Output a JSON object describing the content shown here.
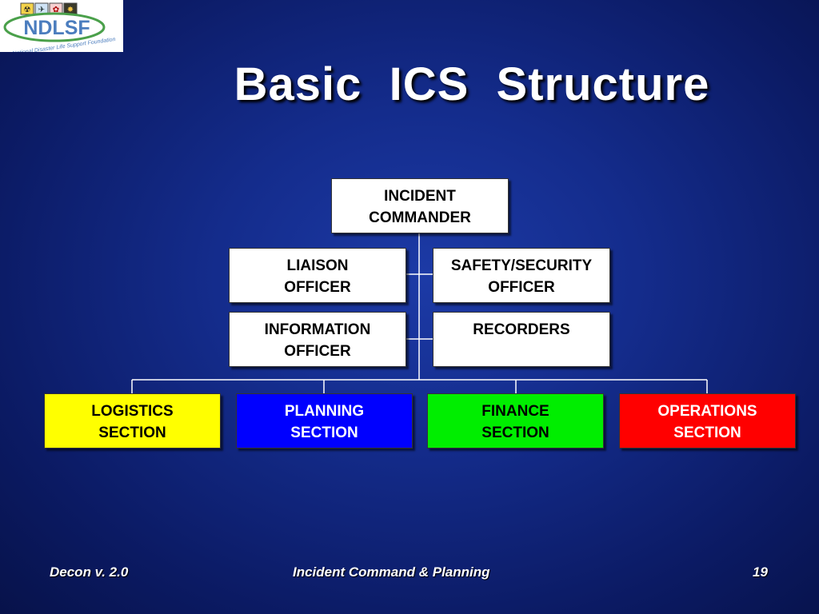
{
  "logo": {
    "text": "NDLSF",
    "tagline": "National Disaster Life Support Foundation"
  },
  "title": "Basic  ICS  Structure",
  "org": {
    "commander": [
      "INCIDENT",
      "COMMANDER"
    ],
    "liaison": [
      "LIAISON",
      "OFFICER"
    ],
    "safety": [
      "SAFETY/SECURITY",
      "OFFICER"
    ],
    "information": [
      "INFORMATION",
      "OFFICER"
    ],
    "recorders": [
      "RECORDERS"
    ],
    "logistics": [
      "LOGISTICS",
      "SECTION"
    ],
    "planning": [
      "PLANNING",
      "SECTION"
    ],
    "finance": [
      "FINANCE",
      "SECTION"
    ],
    "operations": [
      "OPERATIONS",
      "SECTION"
    ]
  },
  "colors": {
    "logistics": "#ffff00",
    "planning": "#0000ff",
    "finance": "#00ee00",
    "operations": "#ff0000"
  },
  "footer": {
    "left": "Decon v. 2.0",
    "center": "Incident  Command & Planning",
    "right": "19"
  }
}
